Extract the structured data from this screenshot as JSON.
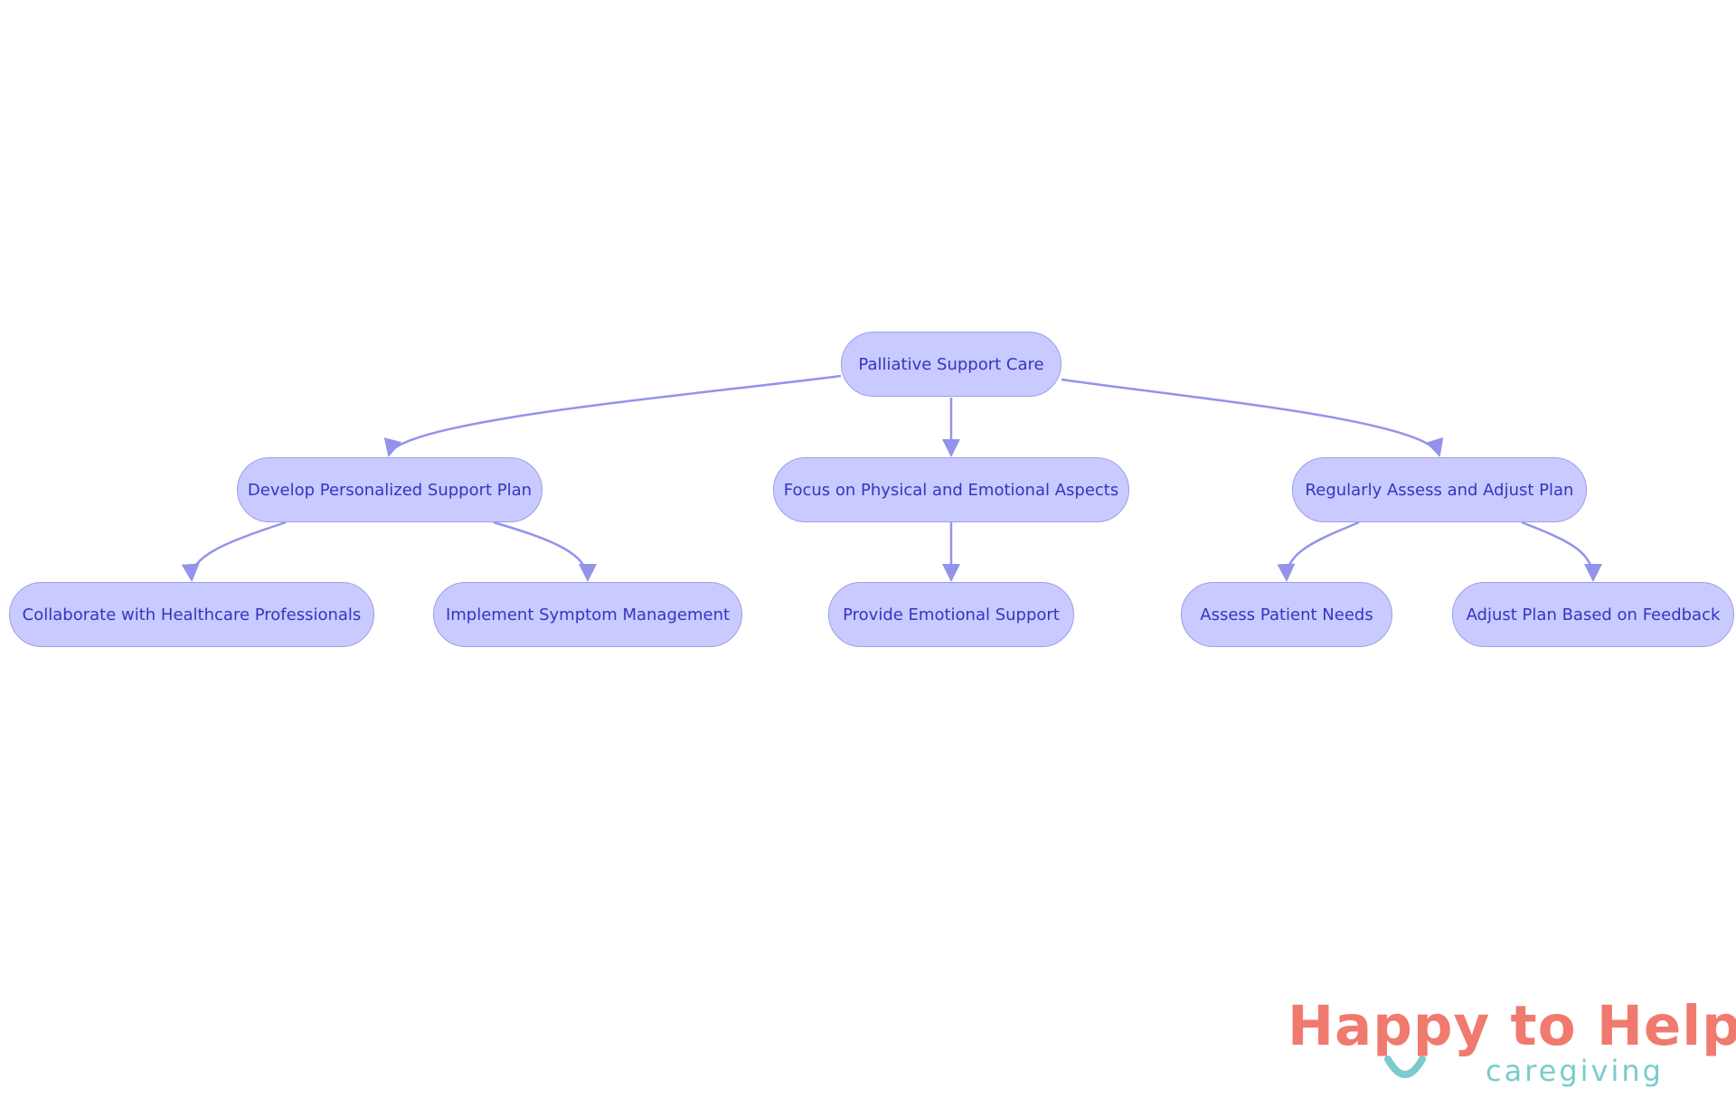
{
  "diagram": {
    "nodes": [
      {
        "id": "root",
        "label": "Palliative Support Care"
      },
      {
        "id": "plan",
        "label": "Develop Personalized Support Plan"
      },
      {
        "id": "focus",
        "label": "Focus on Physical and Emotional Aspects"
      },
      {
        "id": "assess",
        "label": "Regularly Assess and Adjust Plan"
      },
      {
        "id": "collab",
        "label": "Collaborate with Healthcare Professionals"
      },
      {
        "id": "symptom",
        "label": "Implement Symptom Management"
      },
      {
        "id": "emotional",
        "label": "Provide Emotional Support"
      },
      {
        "id": "needs",
        "label": "Assess Patient Needs"
      },
      {
        "id": "adjust",
        "label": "Adjust Plan Based on Feedback"
      }
    ],
    "edges": [
      {
        "from": "root",
        "to": "plan"
      },
      {
        "from": "root",
        "to": "focus"
      },
      {
        "from": "root",
        "to": "assess"
      },
      {
        "from": "plan",
        "to": "collab"
      },
      {
        "from": "plan",
        "to": "symptom"
      },
      {
        "from": "focus",
        "to": "emotional"
      },
      {
        "from": "assess",
        "to": "needs"
      },
      {
        "from": "assess",
        "to": "adjust"
      }
    ],
    "colors": {
      "node_fill": "#c9caff",
      "node_border": "#9f9fe6",
      "node_text": "#3535c0",
      "edge": "#9393ec"
    }
  },
  "logo": {
    "title": "Happy to Help",
    "subtitle": "caregiving",
    "colors": {
      "primary": "#f07a6e",
      "accent": "#79ccc9"
    }
  }
}
